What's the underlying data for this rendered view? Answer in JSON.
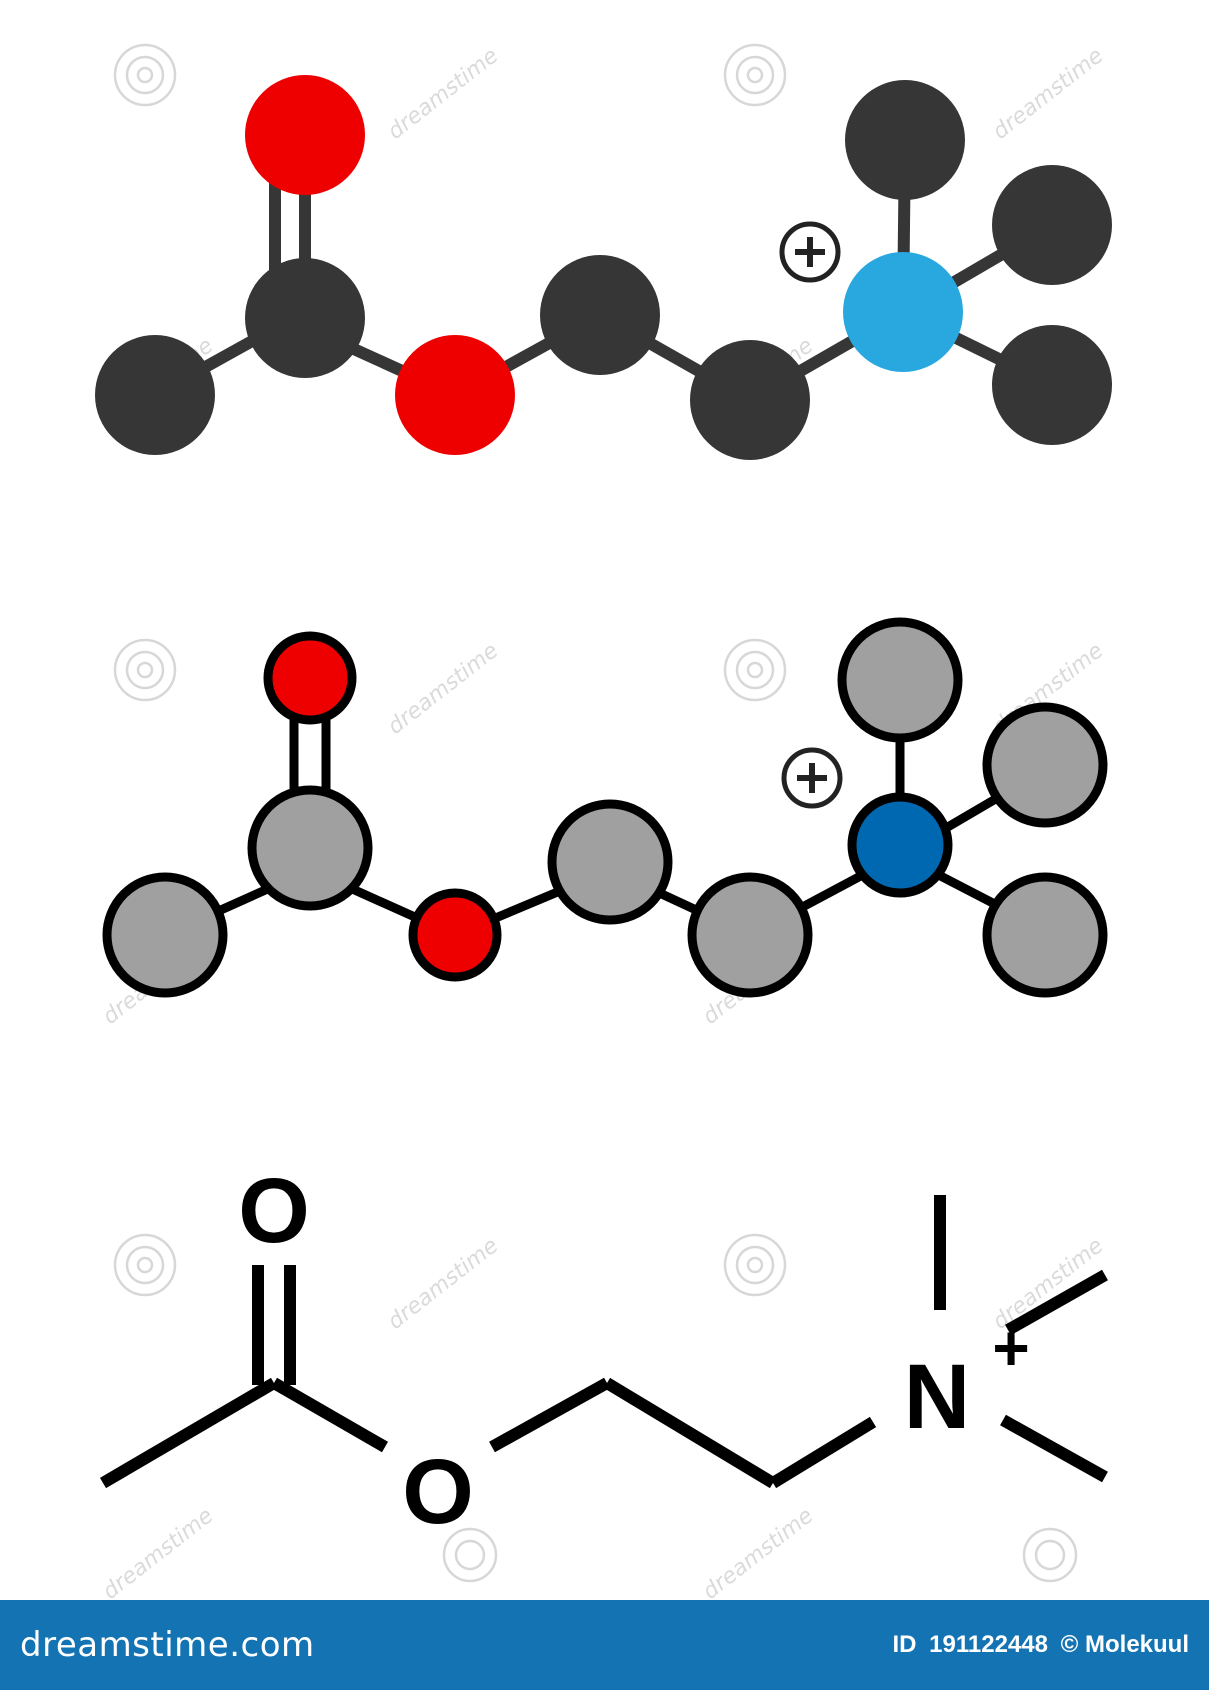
{
  "colors": {
    "oxygen_cpk": "#ee0000",
    "carbon_dark": "#363636",
    "nitrogen_light": "#29a8e0",
    "carbon_gray": "#a0a0a0",
    "nitrogen_blue": "#0067b1",
    "footer_bg": "#1473b3"
  },
  "icons": {
    "charge": "plus-in-circle-icon",
    "watermark": "spiral-logo-icon"
  },
  "structure": {
    "carbonyl_oxygen": "O",
    "ester_oxygen": "O",
    "nitrogen": "N",
    "charge": "+"
  },
  "watermark": {
    "text": "dreamstime"
  },
  "footer": {
    "brand": "dreamstime.com",
    "id_label": "ID",
    "id_value": "191122448",
    "copyright": "© Molekuul"
  }
}
